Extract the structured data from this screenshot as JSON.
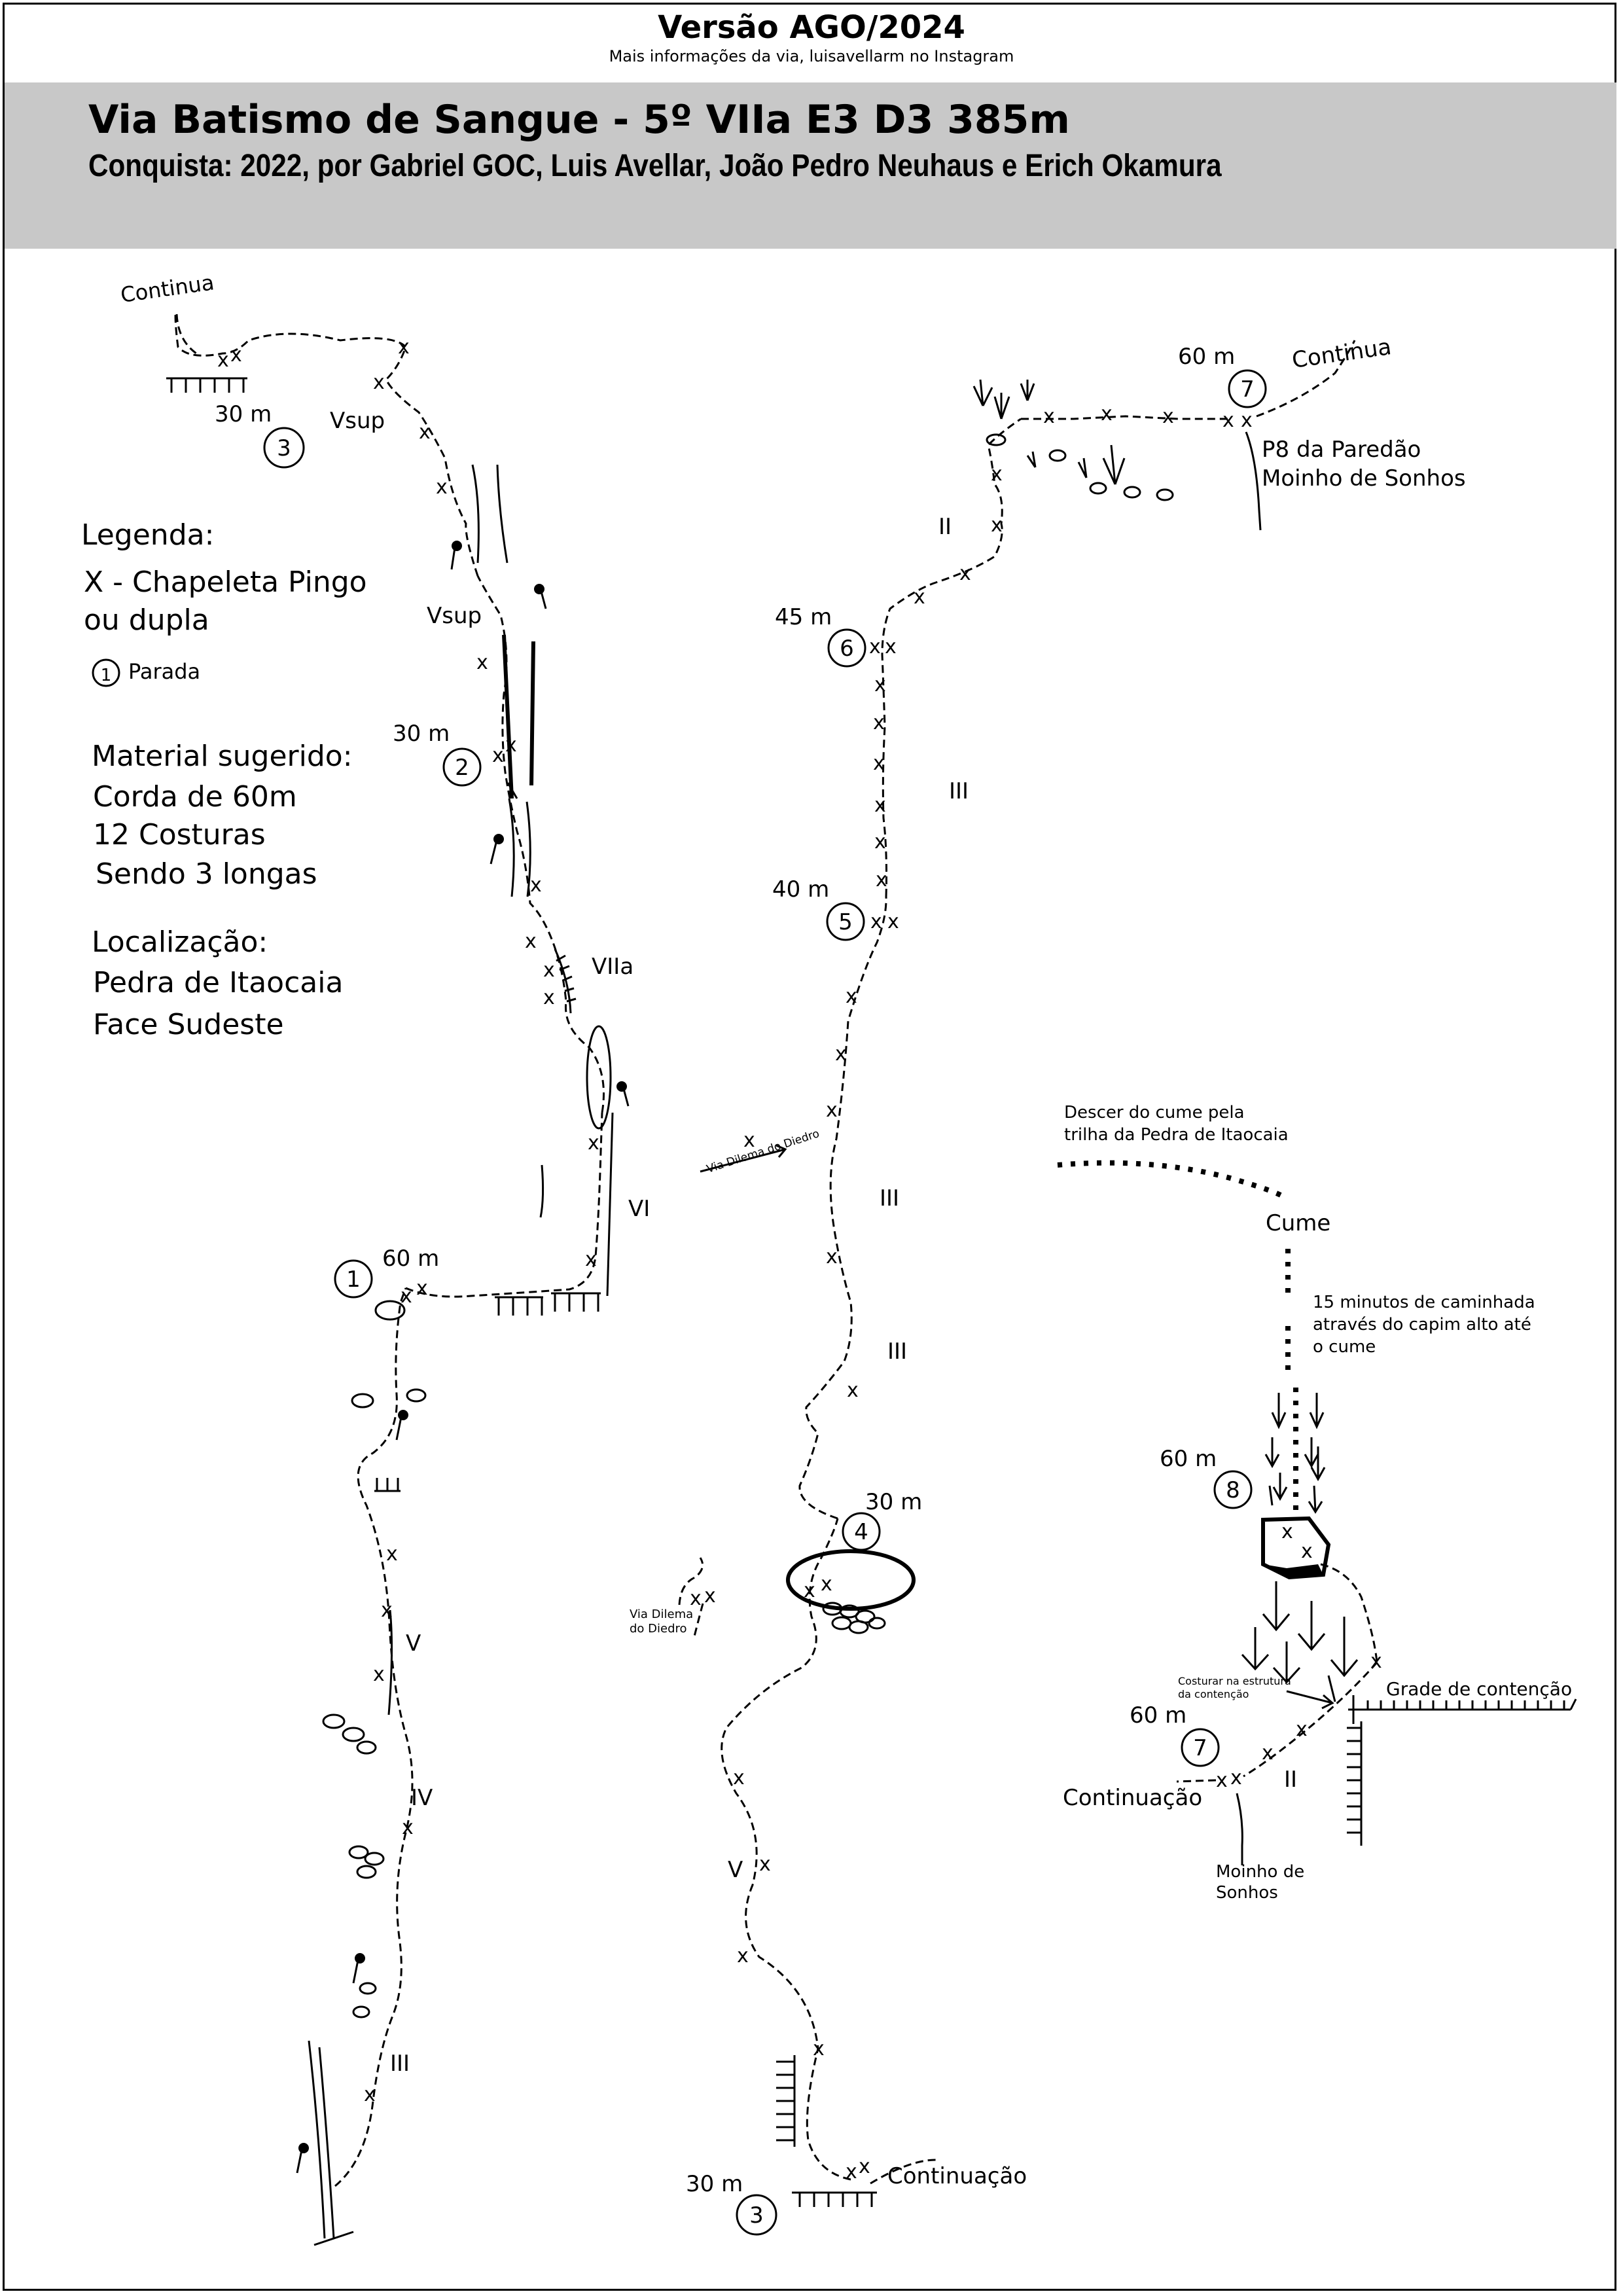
{
  "header": {
    "version": "Versão AGO/2024",
    "info": "Mais informações da via, luisavellarm no Instagram"
  },
  "route": {
    "title": "Via Batismo de Sangue - 5º VIIa E3 D3 385m",
    "credit": "Conquista: 2022, por Gabriel GOC, Luis Avellar, João Pedro Neuhaus e Erich Okamura"
  },
  "legend": {
    "heading": "Legenda:",
    "bolt_line1": "X - Chapeleta Pingo",
    "bolt_line2": "ou dupla",
    "stop_symbol": "1",
    "stop_label": "Parada"
  },
  "material": {
    "heading": "Material sugerido:",
    "items": [
      "Corda de 60m",
      "12 Costuras",
      "Sendo 3 longas"
    ]
  },
  "location": {
    "heading": "Localização:",
    "lines": [
      "Pedra de Itaocaia",
      "Face Sudeste"
    ]
  },
  "bolt_glyph": "x",
  "belays": [
    {
      "number": "1",
      "length": "60 m"
    },
    {
      "number": "2",
      "length": "30 m"
    },
    {
      "number": "3",
      "length": "30 m"
    },
    {
      "number": "3",
      "length": "30 m"
    },
    {
      "number": "4",
      "length": "30 m"
    },
    {
      "number": "5",
      "length": "40 m"
    },
    {
      "number": "6",
      "length": "45 m"
    },
    {
      "number": "7",
      "length": "60 m"
    },
    {
      "number": "7",
      "length": "60 m"
    },
    {
      "number": "8",
      "length": "60 m"
    }
  ],
  "grades": {
    "col1": [
      "Vsup",
      "Vsup",
      "VIIa",
      "VI",
      "V",
      "IV",
      "III"
    ],
    "col2": [
      "II",
      "III",
      "III",
      "III",
      "V"
    ],
    "col3": [
      "II"
    ]
  },
  "annotations": {
    "continua": "Continua",
    "continuacao": "Continuação",
    "p8_line1": "P8 da Paredão",
    "p8_line2": "Moinho de Sonhos",
    "via_dilema_arrow": "Via Dilema do Diedro",
    "via_dilema_line1": "Via Dilema",
    "via_dilema_line2": "do Diedro",
    "descent_line1": "Descer do cume pela",
    "descent_line2": "trilha da Pedra de Itaocaia",
    "cume": "Cume",
    "walk_line1": "15 minutos de caminhada",
    "walk_line2": "através do capim alto até",
    "walk_line3": "o cume",
    "costurar_line1": "Costurar na estrutura",
    "costurar_line2": "da contenção",
    "grade_contencao": "Grade de contenção",
    "moinho_line1": "Moinho de",
    "moinho_line2": "Sonhos"
  }
}
